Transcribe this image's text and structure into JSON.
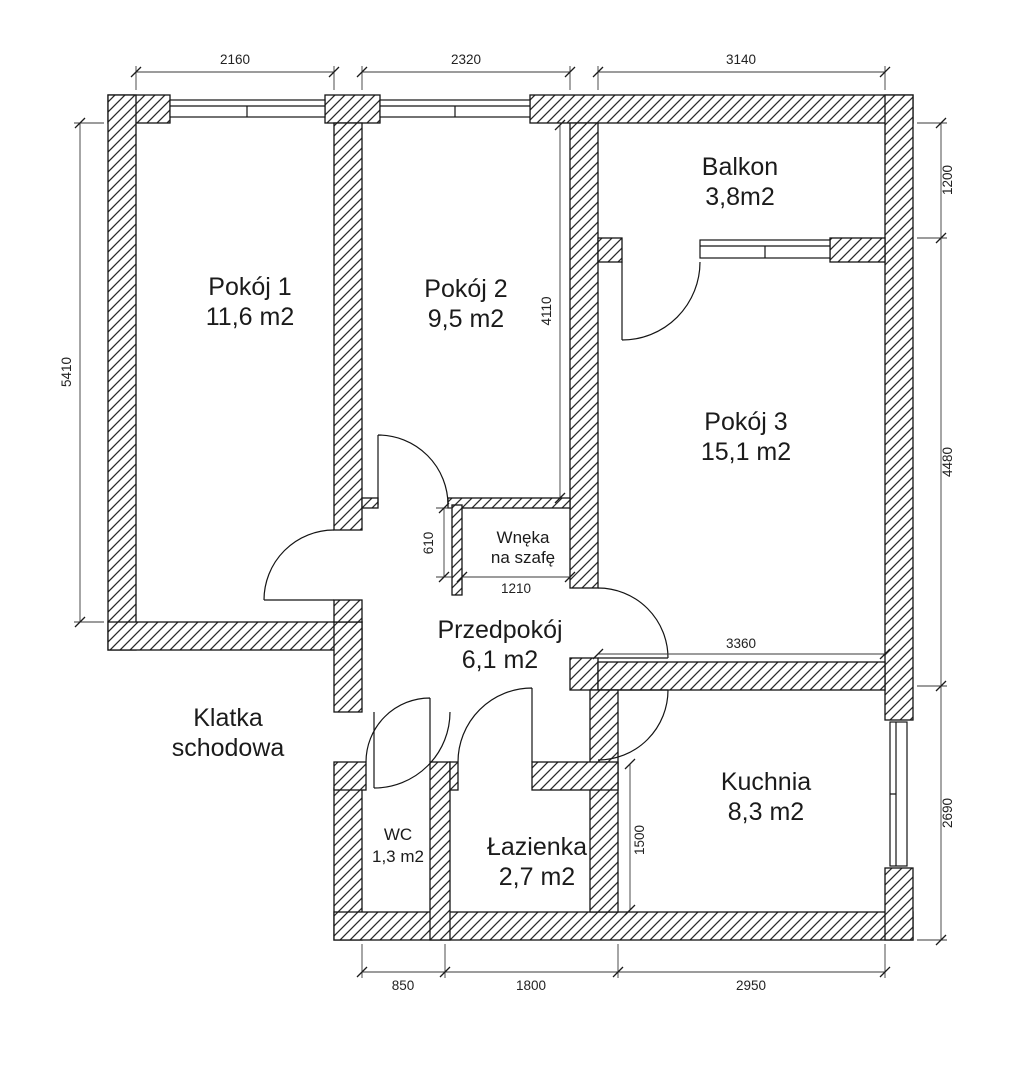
{
  "rooms": {
    "pokoj1": {
      "name": "Pokój 1",
      "area": "11,6 m2"
    },
    "pokoj2": {
      "name": "Pokój 2",
      "area": "9,5 m2"
    },
    "balkon": {
      "name": "Balkon",
      "area": "3,8m2"
    },
    "pokoj3": {
      "name": "Pokój 3",
      "area": "15,1 m2"
    },
    "przedpokoj": {
      "name": "Przedpokój",
      "area": "6,1 m2"
    },
    "kuchnia": {
      "name": "Kuchnia",
      "area": "8,3 m2"
    },
    "lazienka": {
      "name": "Łazienka",
      "area": "2,7 m2"
    },
    "wc": {
      "name": "WC",
      "area": "1,3 m2"
    },
    "wneka": {
      "line1": "Wnęka",
      "line2": "na szafę"
    },
    "klatka": {
      "line1": "Klatka",
      "line2": "schodowa"
    }
  },
  "dimensions": {
    "top_pokoj1": "2160",
    "top_pokoj2": "2320",
    "top_balkon": "3140",
    "left_height": "5410",
    "right_balkon": "1200",
    "right_pokoj3": "4480",
    "right_kuchnia": "2690",
    "bottom_wc": "850",
    "bottom_lazienka": "1800",
    "bottom_kuchnia": "2950",
    "pokoj2_height": "4110",
    "wneka_depth": "610",
    "wneka_width": "1210",
    "kuchnia_width": "3360",
    "lazienka_height": "1500"
  },
  "colors": {
    "background": "#ffffff",
    "wall_line": "#141414",
    "text": "#1b1b1b"
  }
}
